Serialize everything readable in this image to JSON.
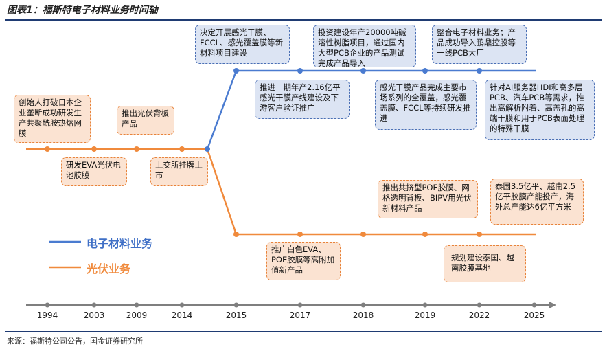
{
  "header": {
    "title": "图表1：福斯特电子材料业务时间轴"
  },
  "footer": {
    "source": "来源：福斯特公司公告，国金证券研究所"
  },
  "legend": {
    "electronic": "电子材料业务",
    "pv": "光伏业务"
  },
  "colors": {
    "electronic": "#4a7bd0",
    "pv": "#f08a3c",
    "axis": "#7f7f7f"
  },
  "years": [
    "1994",
    "2003",
    "2009",
    "2014",
    "2015",
    "2017",
    "2018",
    "2019",
    "2022",
    "2025"
  ],
  "electronic_events": {
    "e1": "决定开展感光干膜、FCCL、感光覆盖膜等新材料项目建设",
    "e2": "投资建设年产20000吨碱溶性树脂项目，通过国内大型PCB企业的产品测试完成产品导入",
    "e3": "整合电子材料业务；产品成功导入鹏鼎控股等一线PCB大厂",
    "e4": "推进一期年产2.16亿平感光干膜产线建设及下游客户验证推广",
    "e5": "感光干膜产品完成主要市场系列的全覆盖，感光覆盖膜、FCCL等持续研发推进",
    "e6": "针对AI服务器HDI和高多层PCB、汽车PCB等需求，推出高解析附着、高盖孔的高端干膜和用于PCB表面处理的特殊干膜"
  },
  "pv_events": {
    "p1": "创始人打破日本企业垄断成功研发生产共聚酰胺热熔网膜",
    "p2": "推出光伏背板产品",
    "p3": "研发EVA光伏电池胶膜",
    "p4": "上交所挂牌上市",
    "p5": "推出共挤型POE胶膜、网格透明背板、BIPV用光伏新材料产品",
    "p6": "泰国3.5亿平、越南2.5亿平胶膜产能投产，海外总产能达6亿平方米",
    "p7": "推广白色EVA、POE胶膜等高附加值新产品",
    "p8": "规划建设泰国、越南胶膜基地"
  }
}
